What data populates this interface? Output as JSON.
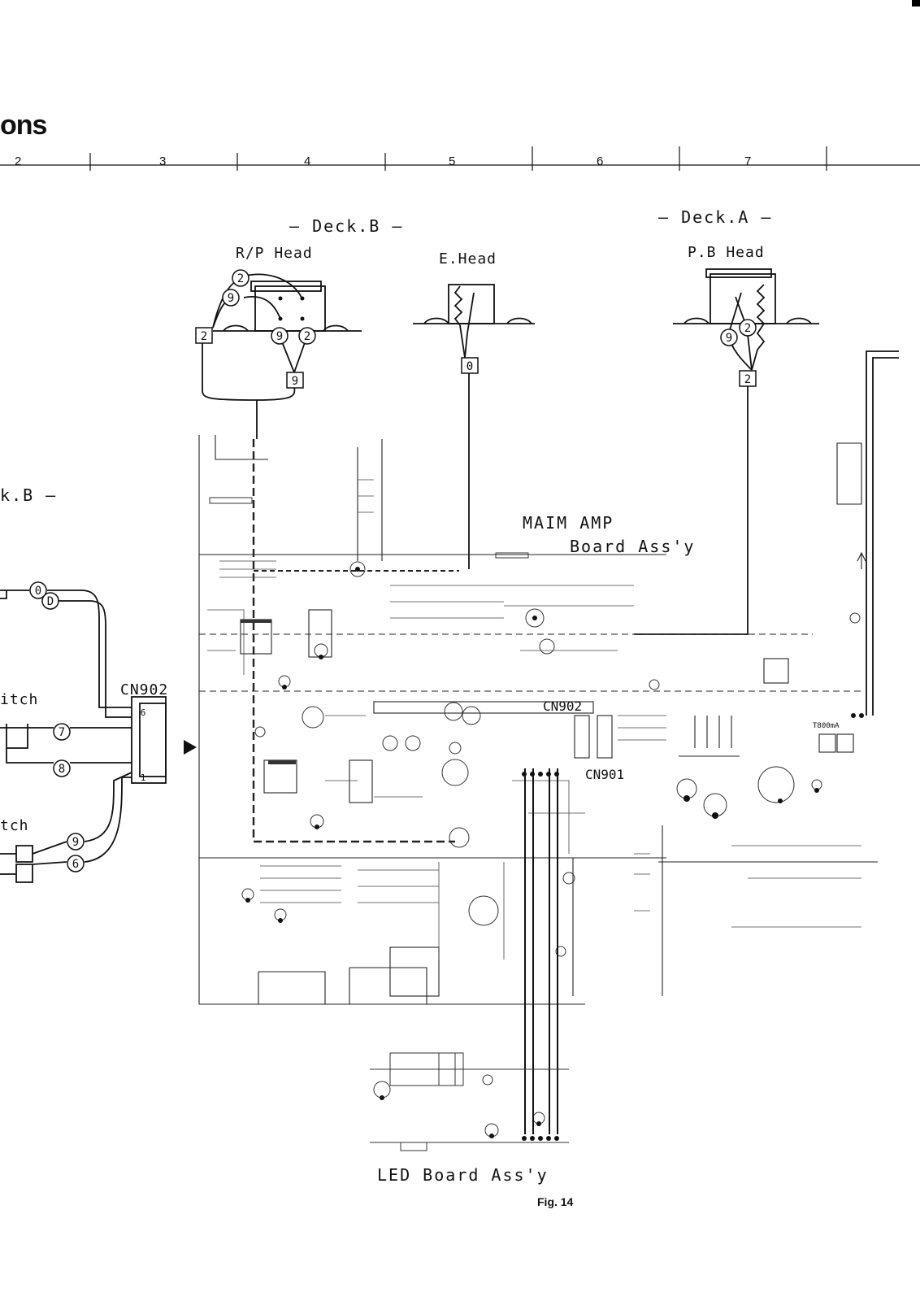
{
  "header": {
    "title_fragment": "ons",
    "grid_columns": [
      "2",
      "3",
      "4",
      "5",
      "6",
      "7"
    ]
  },
  "heads": {
    "deck_b_label": "— Deck.B —",
    "deck_a_label": "— Deck.A —",
    "rp_head": "R/P Head",
    "e_head": "E.Head",
    "pb_head": "P.B Head",
    "deck_b_left_fragment": "k.B —"
  },
  "pins": {
    "rp_top_circle_1": "2",
    "rp_top_circle_2": "9",
    "rp_box_left": "2",
    "rp_inner_circle_1": "9",
    "rp_inner_circle_2": "2",
    "rp_box_bottom": "9",
    "e_box": "0",
    "pb_circle_1": "9",
    "pb_circle_2": "2",
    "pb_box": "2"
  },
  "connector": {
    "name": "CN902",
    "pin_top": "6",
    "pin_bottom": "1",
    "wire_labels": [
      "0",
      "D",
      "7",
      "8",
      "9",
      "6"
    ],
    "switch_fragment_1": "itch",
    "switch_fragment_2": "tch"
  },
  "boards": {
    "main_amp_line1": "MAIM AMP",
    "main_amp_line2": "Board Ass'y",
    "led_board": "LED Board Ass'y",
    "cn_labels": [
      "CN902",
      "CN901"
    ],
    "transformer_label": "T800mA"
  },
  "figure_caption": "Fig. 14"
}
